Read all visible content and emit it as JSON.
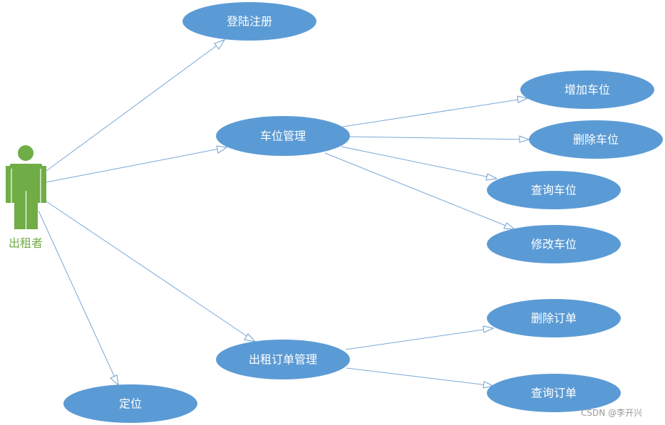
{
  "actor": {
    "label": "出租者",
    "icon": "stick-figure-icon"
  },
  "use_cases": {
    "login": "登陆注册",
    "parking_mgmt": "车位管理",
    "add_spot": "增加车位",
    "delete_spot": "删除车位",
    "query_spot": "查询车位",
    "modify_spot": "修改车位",
    "order_mgmt": "出租订单管理",
    "delete_order": "删除订单",
    "query_order": "查询订单",
    "locate": "定位"
  },
  "watermark": "CSDN @李开兴",
  "colors": {
    "use_case_fill": "#5b9bd5",
    "actor": "#70ad47",
    "edge": "#7aa7d6"
  }
}
